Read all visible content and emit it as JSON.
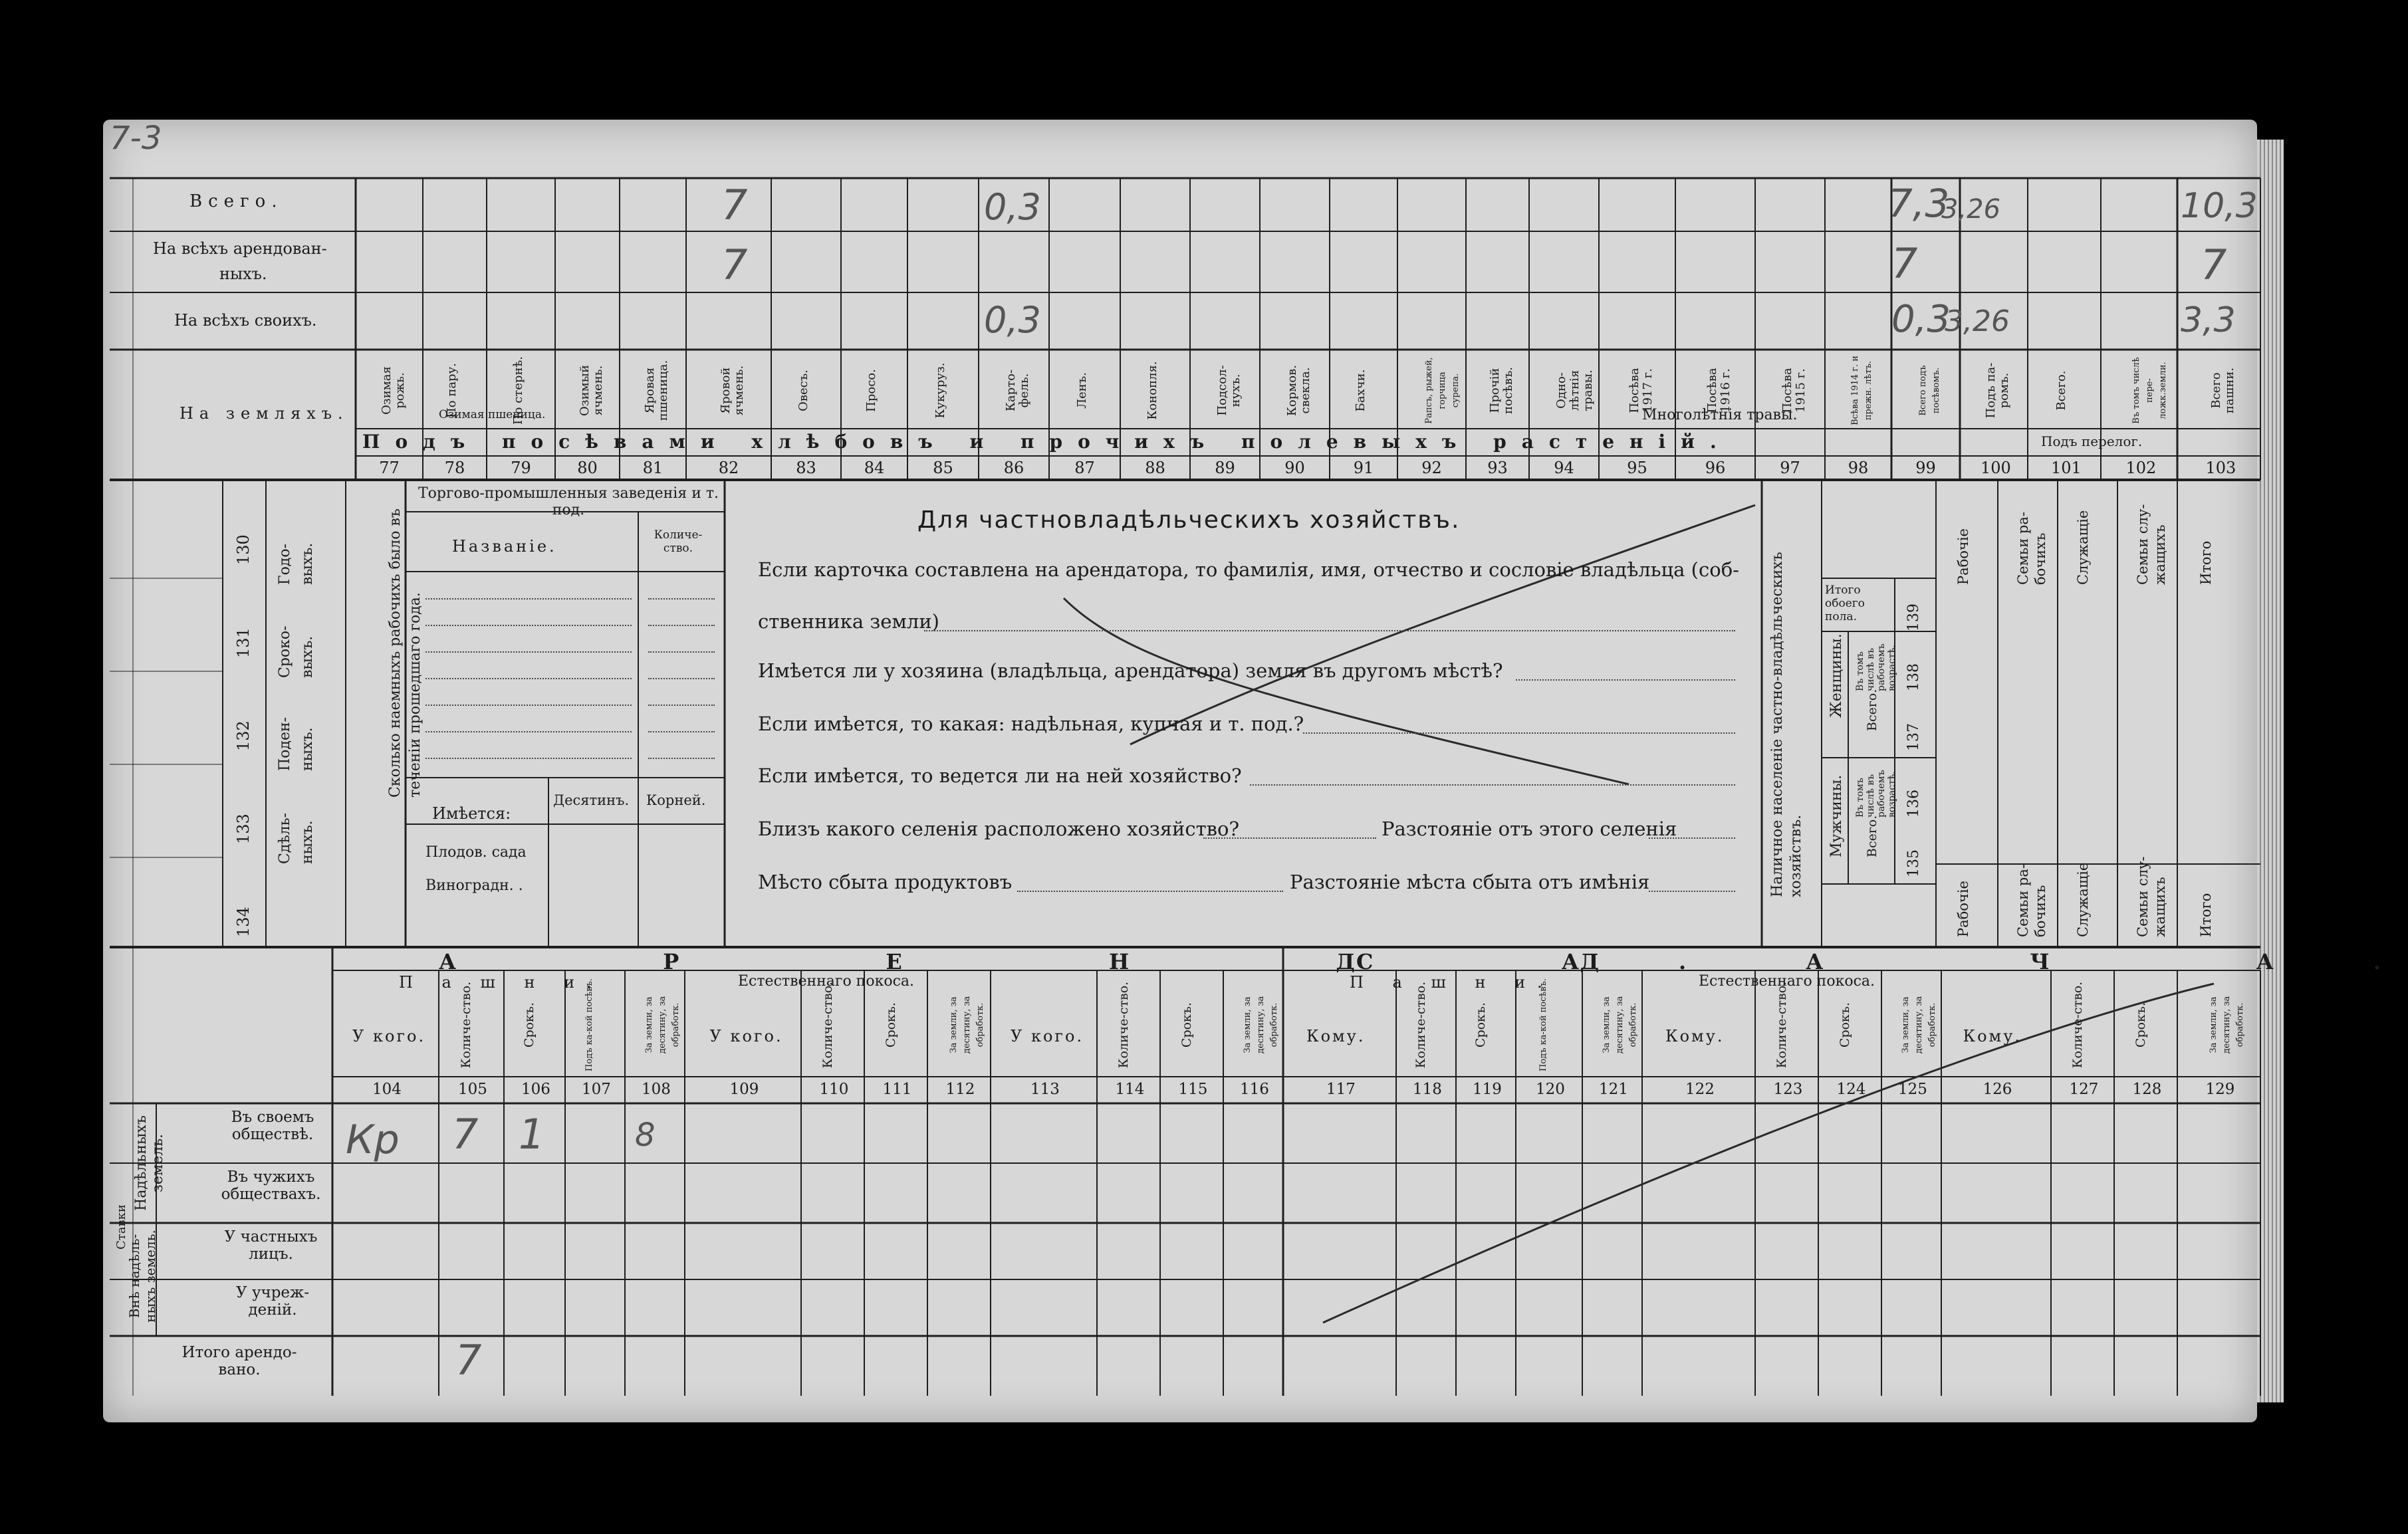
{
  "top_table": {
    "row_labels": [
      "Всего.",
      "На всѣхъ арендован-",
      "ныхъ.",
      "На всѣхъ своихъ.",
      "На земляхъ."
    ],
    "column_headers": [
      "Озимая рожь.",
      "По пару.",
      "По стернѣ.",
      "Озимый ячмень.",
      "Яровая пшеница.",
      "Яровой ячмень.",
      "Овесъ.",
      "Просо.",
      "Кукуруз.",
      "Карто-фель.",
      "Ленъ.",
      "Конопля.",
      "Подсол-нухъ.",
      "Кормов. свекла.",
      "Бахчи.",
      "Рапсъ, рыжей, горчица сурепа.",
      "Прочій посѣвъ.",
      "Одно-лѣтнія травы.",
      "Посѣва 1917 г.",
      "Посѣва 1916 г.",
      "Посѣва 1915 г.",
      "Всѣва 1914 г. и прежн. лѣтъ.",
      "Всего подъ посѣвомъ.",
      "Подъ па-ромъ.",
      "Всего.",
      "Въ томъ числѣ пере-ложк.земли.",
      "Всего пашни."
    ],
    "group_labels": {
      "winter_wheat": "Озимая пшеница.",
      "perennial": "Многолѣтнія травы.",
      "fallow": "Подъ перелог.",
      "sown": "Подъ посѣвами хлѣбовъ и прочихъ полевыхъ растеній."
    },
    "column_numbers": [
      "77",
      "78",
      "79",
      "80",
      "81",
      "82",
      "83",
      "84",
      "85",
      "86",
      "87",
      "88",
      "89",
      "90",
      "91",
      "92",
      "93",
      "94",
      "95",
      "96",
      "97",
      "98",
      "99",
      "100",
      "101",
      "102",
      "103"
    ],
    "handwritten": {
      "vsego_82": "7",
      "arend_82": "7",
      "vsego_86": "0,3",
      "svoih_86": "0,3",
      "vsego_99": "7,3",
      "arend_99": "7",
      "svoih_99": "0,3",
      "vsego_100": "3,26",
      "svoih_100": "3,26",
      "vsego_103": "10,3",
      "arend_103": "7",
      "svoih_103": "3,3",
      "corner": "7-3"
    }
  },
  "middle": {
    "workers": [
      {
        "num": "130",
        "label": "Годо-выхъ."
      },
      {
        "num": "131",
        "label": "Сроко-выхъ."
      },
      {
        "num": "132",
        "label": "Поден-ныхъ."
      },
      {
        "num": "133",
        "label": "Сдѣль-ныхъ."
      },
      {
        "num": "134",
        "label": ""
      }
    ],
    "hired_note": "Сколько наемныхъ рабочихъ было въ теченіи прошедшаго года.",
    "trade": {
      "title": "Торгово-промышленныя заведенія и т. под.",
      "name_header": "Названіе.",
      "qty_header": "Количе-ство."
    },
    "has": {
      "label": "Имѣется:",
      "col1": "Десятинъ.",
      "col2": "Корней.",
      "rows": [
        "Плодов. сада",
        "Виноградн. ."
      ]
    },
    "private": {
      "title": "Для частновладѣльческихъ хозяйствъ.",
      "q1a": "Если карточка составлена на арендатора, то фамилія, имя, отчество и сословіе владѣльца (соб-",
      "q1b": "ственника земли)",
      "q2": "Имѣется ли у хозяина (владѣльца, арендатора) земля въ другомъ мѣстѣ?",
      "q3": "Если имѣется, то какая: надѣльная, купчая и т. под.?",
      "q4": "Если имѣется, то ведется ли на ней хозяйство?",
      "q5a": "Близъ какого селенія расположено хозяйство?",
      "q5b": "Разстояніе отъ этого селенія",
      "q6a": "Мѣсто сбыта продуктовъ",
      "q6b": "Разстояніе мѣста сбыта отъ имѣнія"
    },
    "population": {
      "vertical_title": "Наличное населеніе частно-владѣльческихъ хозяйствъ.",
      "itogo_both": "Итого обоего пола.",
      "women": "Женщины.",
      "men": "Мужчины.",
      "vsego": "Всего.",
      "working": "Въ томъ числѣ въ рабочемъ возрастѣ.",
      "nums": [
        "139",
        "138",
        "137",
        "136",
        "135"
      ],
      "right_cols": [
        "Рабочіе",
        "Семьи ра-бочихъ",
        "Служащіе",
        "Семьи слу-жащихъ",
        "Итого"
      ]
    }
  },
  "bottom_table": {
    "arenda": "А Р Е Н Д А.",
    "sdacha": "С Д А Ч А.",
    "pashni": "П а ш н и.",
    "pokos": "Естественнаго покоса.",
    "u_kogo": "У кого.",
    "komu": "Кому.",
    "qty": "Количе-ство.",
    "srok": "Срокъ.",
    "pod_posev": "Подъ ка-кой посѣвъ.",
    "za_zemlyu": "За земли, за десятину, за обработк.",
    "column_numbers": [
      "104",
      "105",
      "106",
      "107",
      "108",
      "109",
      "110",
      "111",
      "112",
      "113",
      "114",
      "115",
      "116",
      "117",
      "118",
      "119",
      "120",
      "121",
      "122",
      "123",
      "124",
      "125",
      "126",
      "127",
      "128",
      "129"
    ],
    "group_nadel": "Надѣльныхъ земель.",
    "group_vne": "Внѣ надѣль-ныхъ земель.",
    "rows": [
      "Въ своемъ обществѣ.",
      "Въ чужихъ обществахъ.",
      "У частныхъ лицъ.",
      "У учреж-деній.",
      "Итого арендо-вано."
    ],
    "handwritten": {
      "r1_104": "Кр",
      "r1_105": "7",
      "r1_106": "1",
      "r1_108": "8",
      "total_105": "7"
    },
    "side_stamp": "Ставки"
  }
}
